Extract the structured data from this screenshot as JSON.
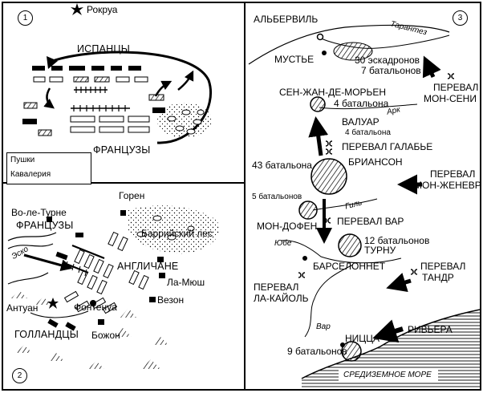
{
  "panel1": {
    "number": "1",
    "labels": {
      "rokrua": "Рокруа",
      "spaniards": "ИСПАНЦЫ",
      "french": "ФРАНЦУЗЫ"
    },
    "legend": {
      "guns": "Пушки",
      "cavalry": "Кавалерия"
    }
  },
  "panel2": {
    "number": "2",
    "labels": {
      "goren": "Горен",
      "vo_le_turne": "Во-ле-Турне",
      "french": "ФРАНЦУЗЫ",
      "barry_forest": "Баррийский лес",
      "escaut": "Эско",
      "english": "АНГЛИЧАНЕ",
      "la_mush": "Ла-Мюш",
      "antoine": "Антуан",
      "fontenoy": "Фонтенуа",
      "vezon": "Везон",
      "dutch": "ГОЛЛАНДЦЫ",
      "bojon": "Божон"
    }
  },
  "panel3": {
    "number": "3",
    "labels": {
      "albertville": "АЛЬБЕРВИЛЬ",
      "tarentaise": "Тарантез",
      "moutiers": "МУСТЬЕ",
      "moutiers_force_1": "30 эскадронов",
      "moutiers_force_2": "7 батальонов",
      "pass_mont_cenis_1": "ПЕРЕВАЛ",
      "pass_mont_cenis_2": "МОН-СЕНИ",
      "st_jean": "СЕН-ЖАН-ДЕ-МОРЬЕН",
      "st_jean_force": "4 батальона",
      "arc": "Арк",
      "valloire": "ВАЛУАР",
      "valloire_force": "4 батальона",
      "pass_galibier": "ПЕРЕВАЛ  ГАЛАБЬЕ",
      "briancon_force": "43 батальона",
      "briancon": "БРИАНСОН",
      "pass_mont_genevre_1": "ПЕРЕВАЛ",
      "pass_mont_genevre_2": "МОН-ЖЕНЕВР",
      "guil_force": "5 батальонов",
      "guil": "Гиль",
      "mont_dauphin": "МОН-ДОФЕН",
      "pass_var": "ПЕРЕВАЛ ВАР",
      "ubaye": "Юбе",
      "turnu_force": "12 батальонов",
      "turnu": "ТУРНУ",
      "barcelonnette": "БАРСЕЛОННЕТ",
      "pass_tende_1": "ПЕРЕВАЛ",
      "pass_tende_2": "ТАНДР",
      "pass_cayolle_1": "ПЕРЕВАЛ",
      "pass_cayolle_2": "ЛА-КАЙОЛЬ",
      "var": "Вар",
      "riviera": "РИВЬЕРА",
      "nice": "НИЦЦА",
      "nice_force": "9 батальонов",
      "mediterranean": "СРЕДИЗЕМНОЕ МОРЕ"
    }
  }
}
